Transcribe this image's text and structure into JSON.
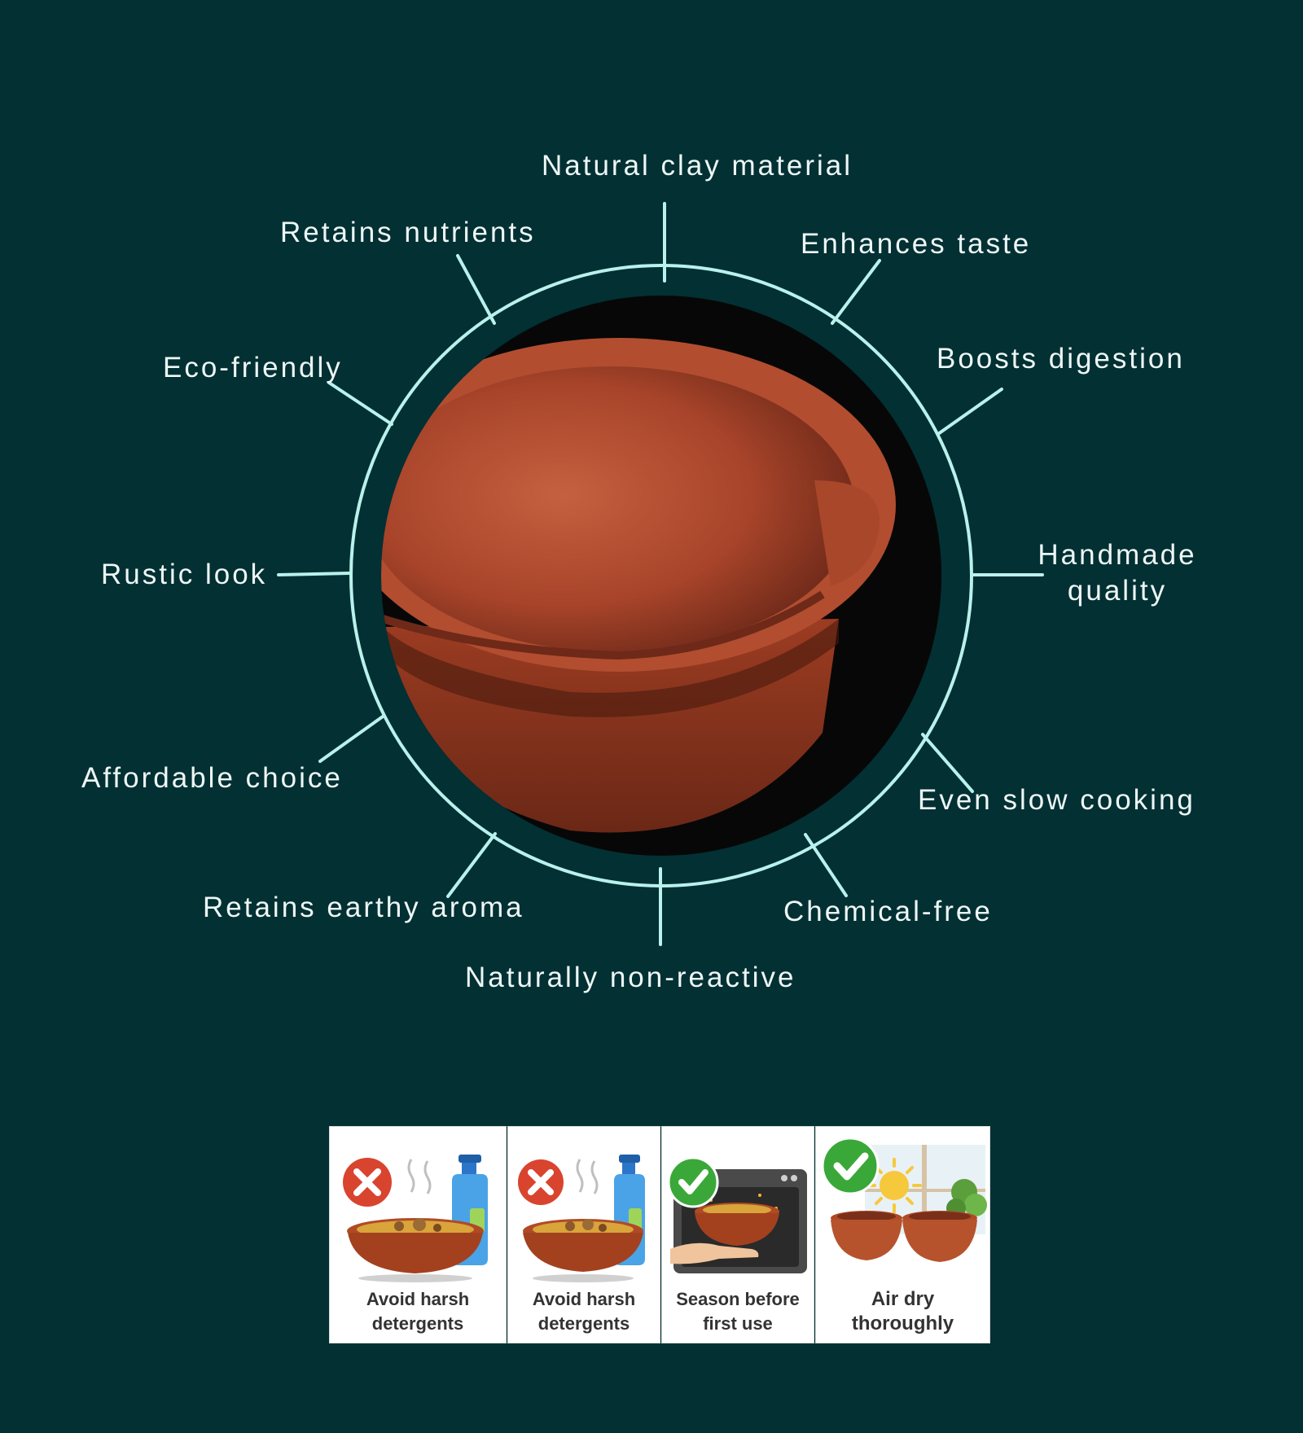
{
  "colors": {
    "background": "#023033",
    "ring": "#b9f1ec",
    "label_text": "#eef7f6",
    "clay": "#a8442a",
    "card_text": "#333333",
    "cross_red": "#d9442f",
    "check_green": "#3aa839"
  },
  "features": [
    {
      "id": "natural-clay-material",
      "text": "Natural clay material"
    },
    {
      "id": "enhances-taste",
      "text": "Enhances taste"
    },
    {
      "id": "boosts-digestion",
      "text": "Boosts digestion"
    },
    {
      "id": "handmade-quality",
      "line1": "Handmade",
      "line2": "quality"
    },
    {
      "id": "even-slow-cooking",
      "text": "Even slow cooking"
    },
    {
      "id": "chemical-free",
      "text": "Chemical-free"
    },
    {
      "id": "naturally-non-reactive",
      "text": "Naturally non-reactive"
    },
    {
      "id": "retains-earthy-aroma",
      "text": "Retains earthy aroma"
    },
    {
      "id": "affordable-choice",
      "text": "Affordable choice"
    },
    {
      "id": "rustic-look",
      "text": "Rustic look"
    },
    {
      "id": "eco-friendly",
      "text": "Eco-friendly"
    },
    {
      "id": "retains-nutrients",
      "text": "Retains nutrients"
    }
  ],
  "care_cards": [
    {
      "line1": "Avoid harsh",
      "line2": "detergents",
      "icon": "cross-icon",
      "scene": "detergent-bottle"
    },
    {
      "line1": "Avoid harsh",
      "line2": "detergents",
      "icon": "cross-icon",
      "scene": "detergent-bottle"
    },
    {
      "line1": "Season before",
      "line2": "first use",
      "icon": "check-icon",
      "scene": "oven"
    },
    {
      "line1": "Air dry",
      "line2": "thoroughly",
      "icon": "check-icon",
      "scene": "sunny-window"
    }
  ]
}
